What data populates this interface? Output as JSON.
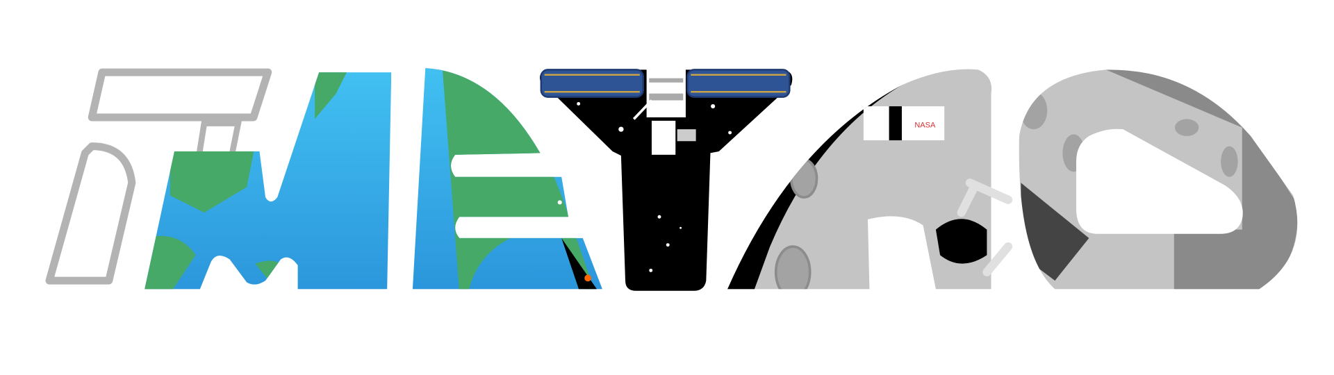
{
  "logo": {
    "text": "iMETAO",
    "letters": [
      "i",
      "M",
      "E",
      "T",
      "A",
      "O"
    ],
    "badge_text": "NASA"
  },
  "colors": {
    "outline_gray": "#b3b3b3",
    "ocean_light": "#42c1f2",
    "ocean_dark": "#2b95db",
    "land": "#46a968",
    "space": "#000000",
    "solar_panel": "#2f5496",
    "moon_light": "#c4c4c4",
    "moon_dark": "#8a8a8a",
    "accent_orange": "#ff6600"
  }
}
